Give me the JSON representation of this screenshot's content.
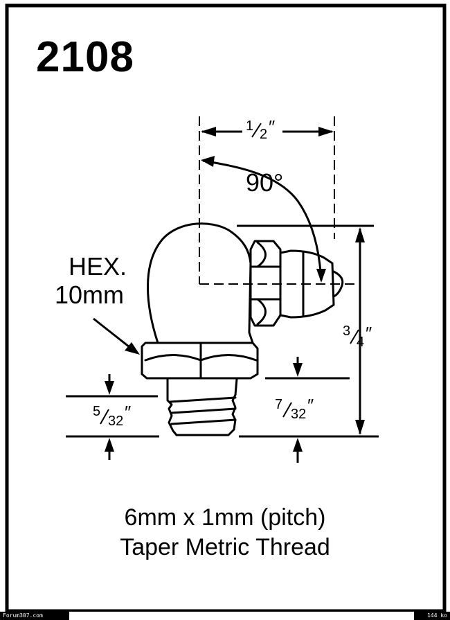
{
  "part_number": "2108",
  "hex_label": {
    "line1": "HEX.",
    "line2": "10mm"
  },
  "dimensions": {
    "width": {
      "whole": "",
      "num": "1",
      "den": "2",
      "unit": "″"
    },
    "angle": "90°",
    "height": {
      "num": "3",
      "den": "4",
      "unit": "″"
    },
    "thread_length": {
      "num": "5",
      "den": "32",
      "unit": "″"
    },
    "thread_length_right": {
      "num": "7",
      "den": "32",
      "unit": "″"
    }
  },
  "caption": {
    "line1": "6mm x 1mm (pitch)",
    "line2": "Taper Metric Thread"
  },
  "footer": {
    "left": "Forum307.com",
    "right": "144 ko"
  },
  "colors": {
    "ink": "#000000",
    "paper": "#ffffff"
  }
}
